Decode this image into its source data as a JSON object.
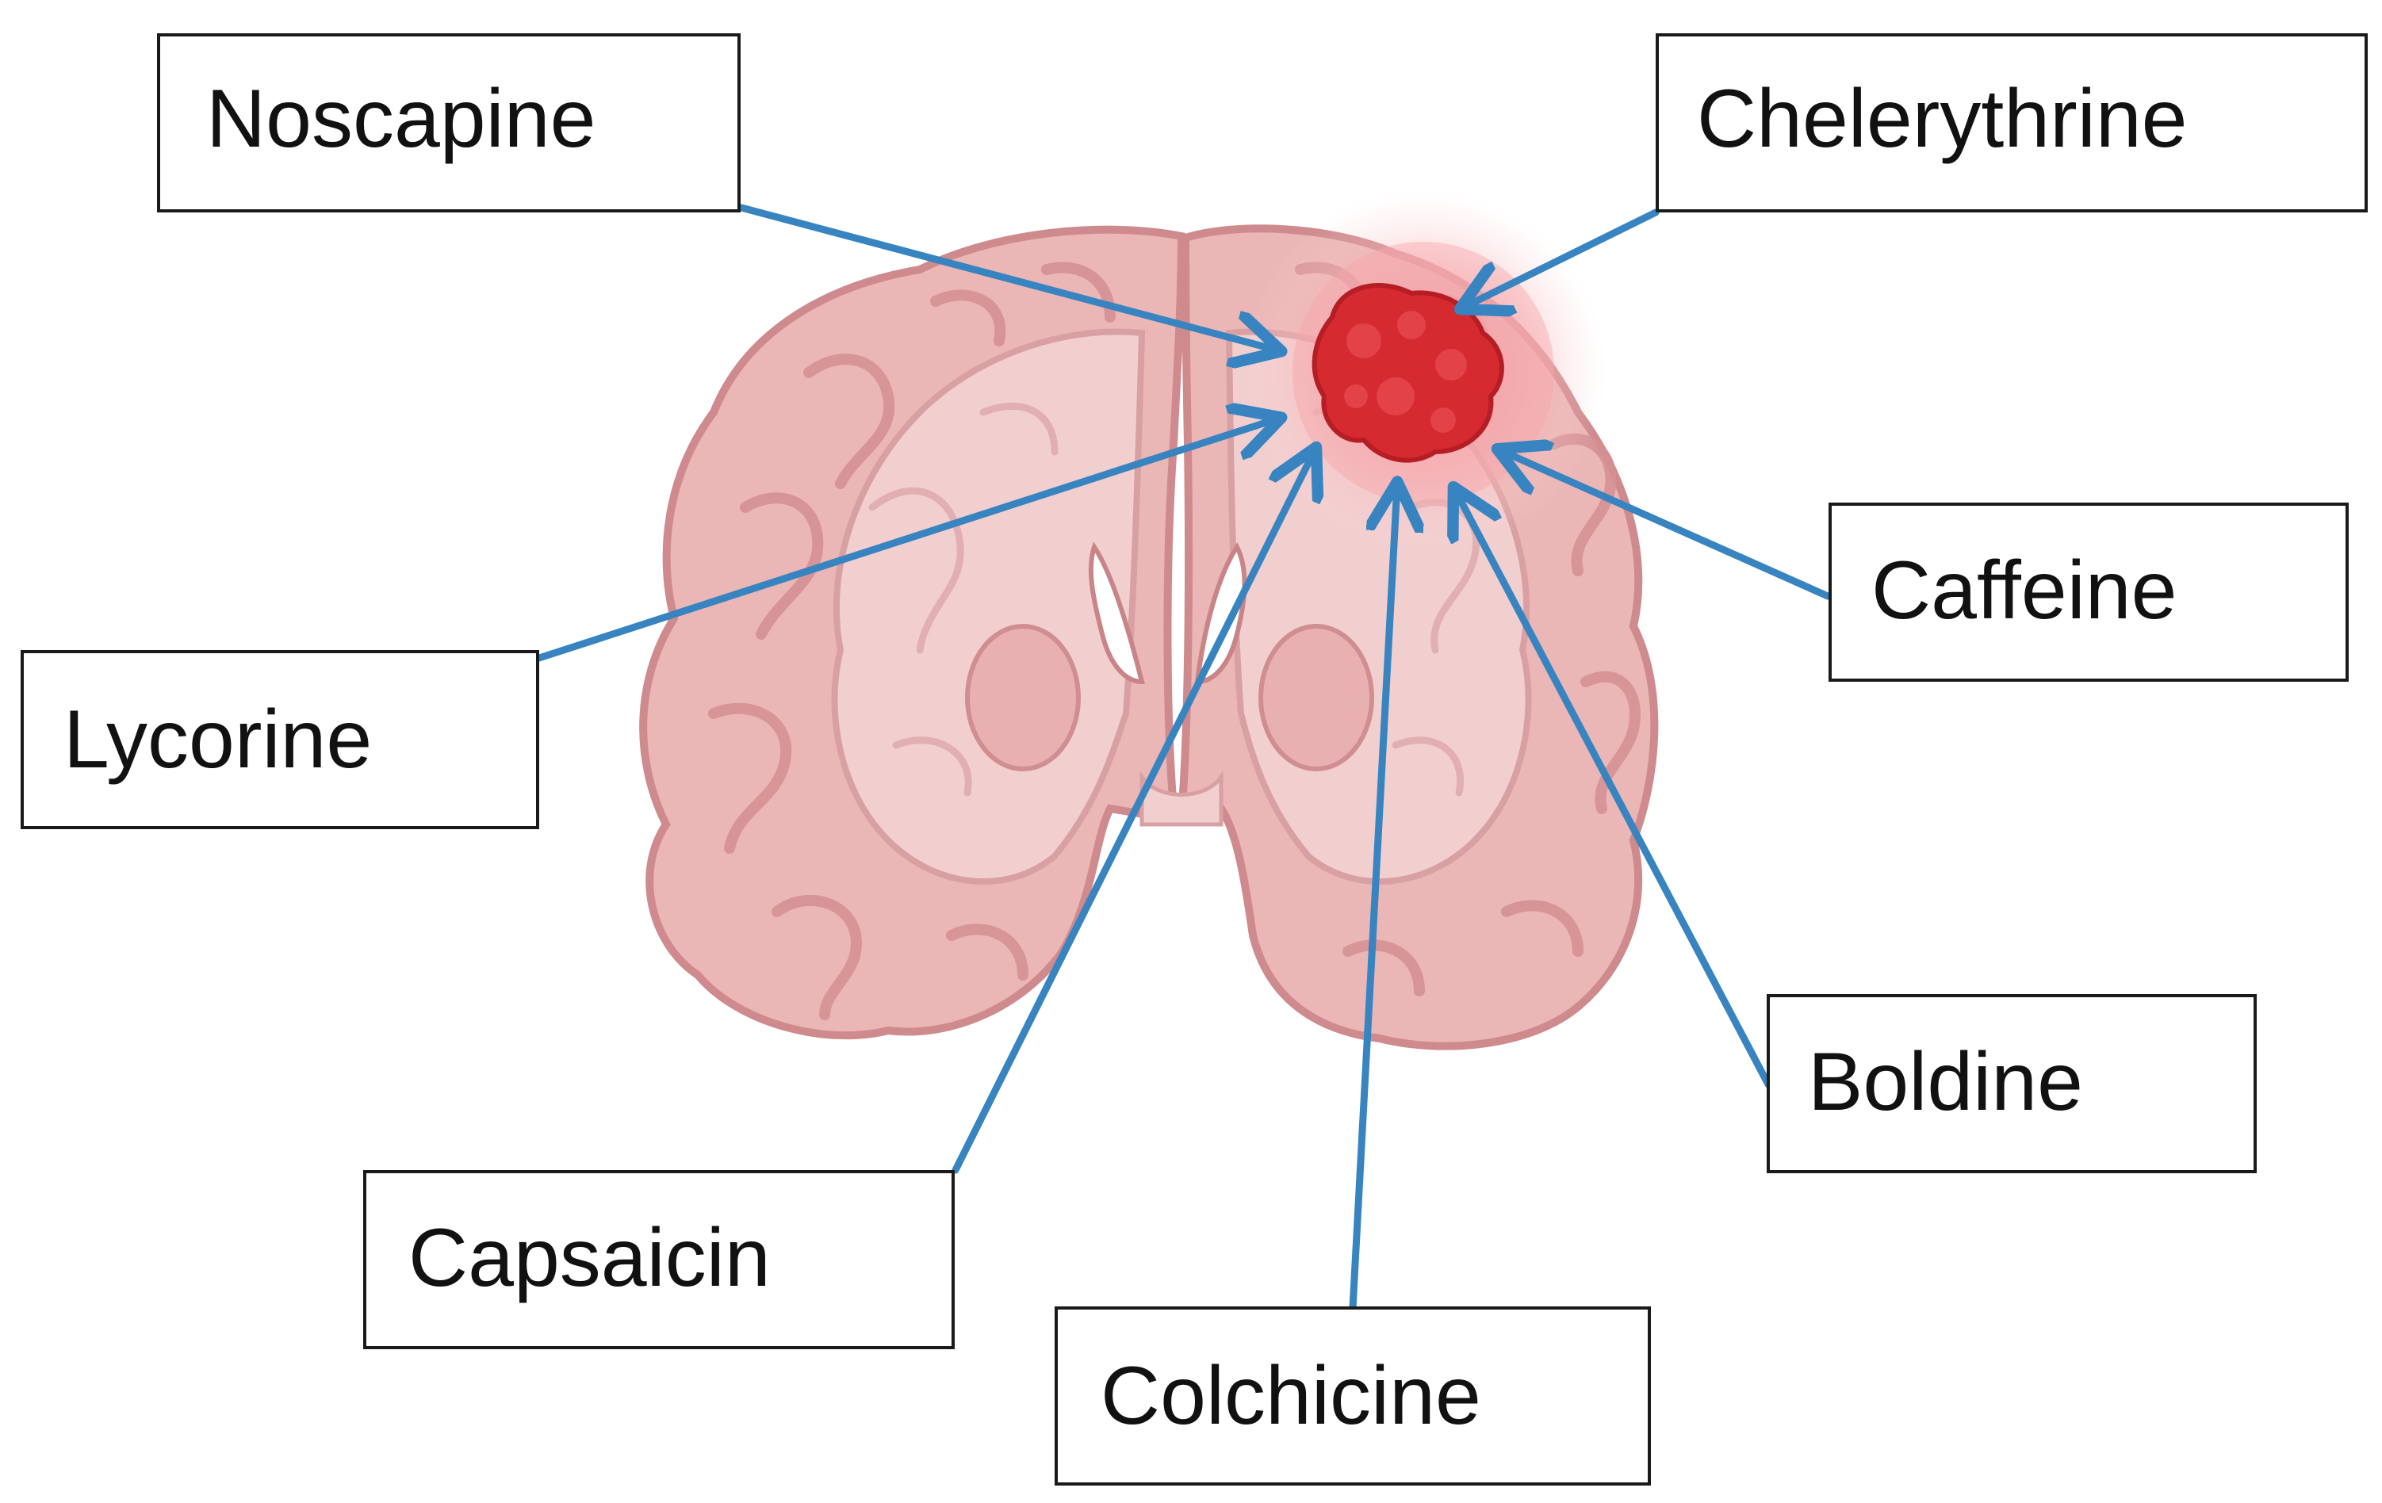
{
  "colors": {
    "arrow": "#3784C0",
    "box_border": "#1A1A1A",
    "text": "#111111",
    "brain_fill": "#EBB6B6",
    "brain_stroke": "#CF8A8D",
    "brain_inner": "#F2CFCF",
    "tumor_core": "#D42A30",
    "tumor_glow": "#F6AFB3"
  },
  "labels": [
    {
      "id": "noscapine",
      "text": "Noscapine"
    },
    {
      "id": "chelerythrine",
      "text": "Chelerythrine"
    },
    {
      "id": "caffeine",
      "text": "Caffeine"
    },
    {
      "id": "lycorine",
      "text": "Lycorine"
    },
    {
      "id": "boldine",
      "text": "Boldine"
    },
    {
      "id": "capsaicin",
      "text": "Capsaicin"
    },
    {
      "id": "colchicine",
      "text": "Colchicine"
    }
  ]
}
